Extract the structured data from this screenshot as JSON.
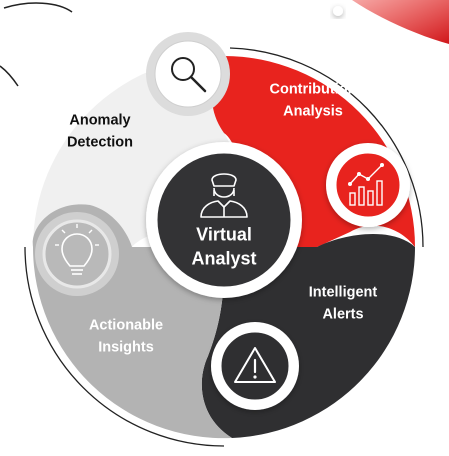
{
  "title": "",
  "center": {
    "label": "Virtual\nAnalyst",
    "icon": "analyst-person-icon"
  },
  "segments": [
    {
      "id": "anomaly-detection",
      "label": "Anomaly\nDetection",
      "icon": "magnifier-icon",
      "color": "#f0f0f0",
      "text_color": "#111111"
    },
    {
      "id": "contribution-analysis",
      "label": "Contribution\nAnalysis",
      "icon": "bar-chart-icon",
      "color": "#e8231e",
      "text_color": "#ffffff"
    },
    {
      "id": "intelligent-alerts",
      "label": "Intelligent\nAlerts",
      "icon": "warning-icon",
      "color": "#2f2f31",
      "text_color": "#ffffff"
    },
    {
      "id": "actionable-insights",
      "label": "Actionable\nInsights",
      "icon": "lightbulb-icon",
      "color": "#b3b3b3",
      "text_color": "#ffffff"
    }
  ],
  "colors": {
    "center": "#333335",
    "outline": "#222222",
    "accent": "#e8231e"
  }
}
